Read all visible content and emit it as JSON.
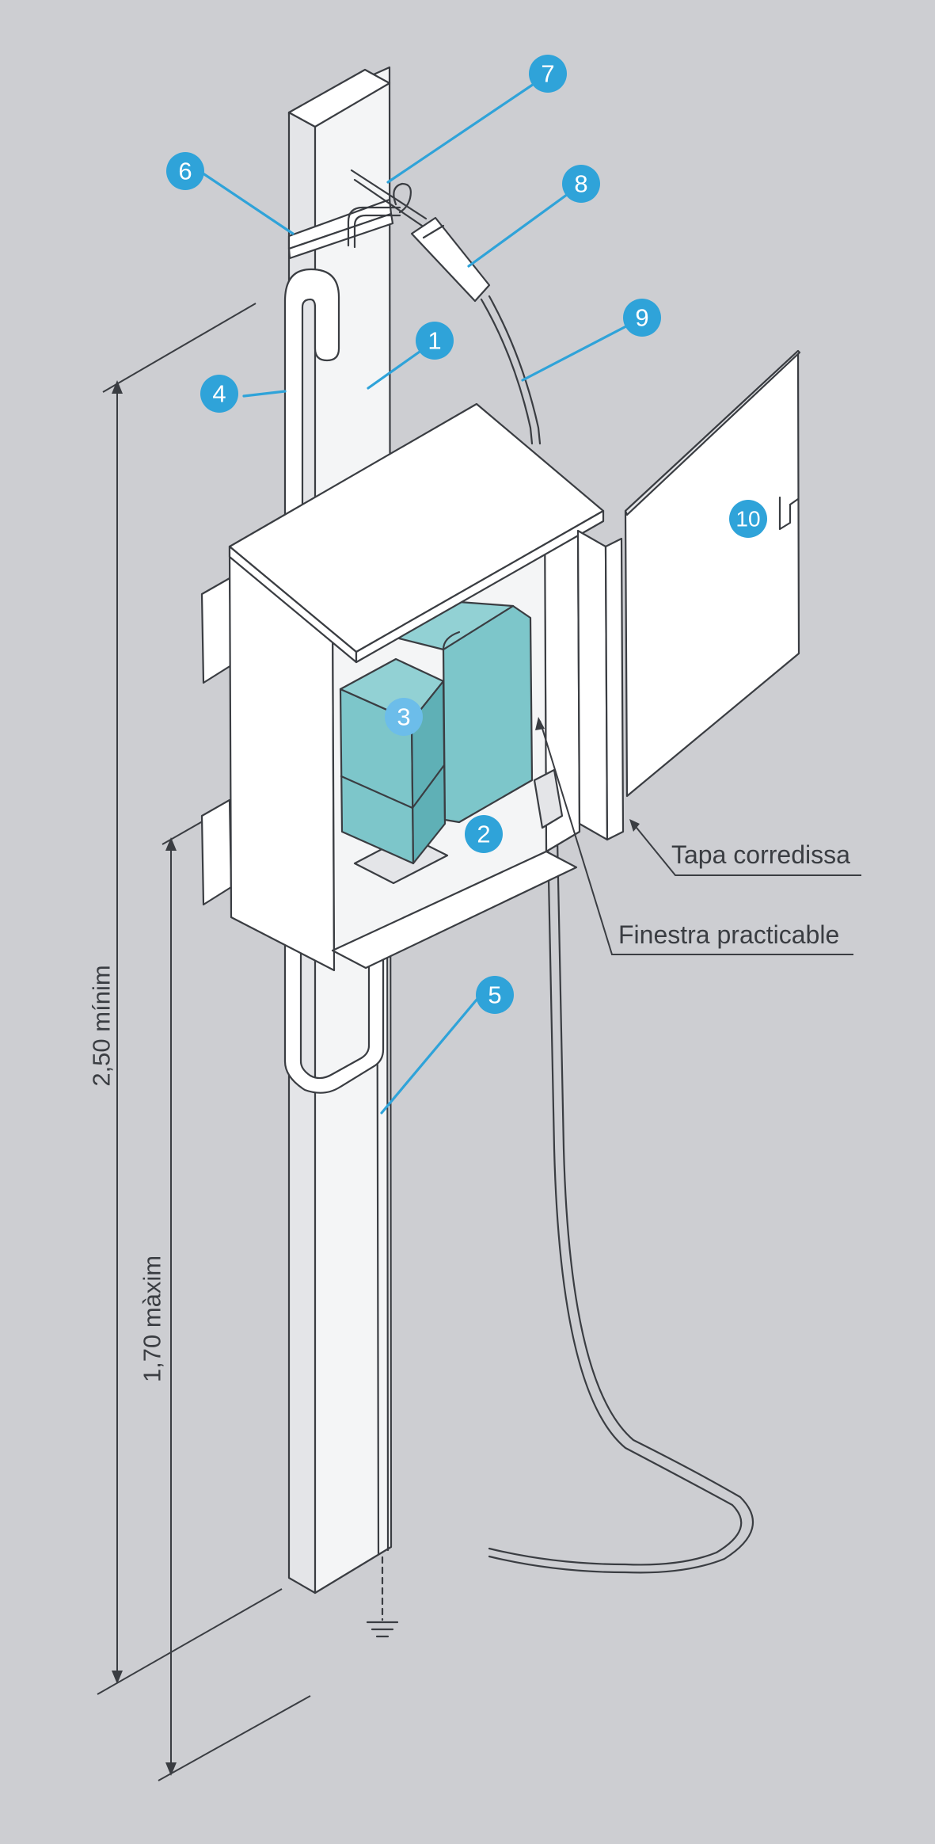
{
  "callouts": [
    {
      "label": "1"
    },
    {
      "label": "2"
    },
    {
      "label": "3"
    },
    {
      "label": "4"
    },
    {
      "label": "5"
    },
    {
      "label": "6"
    },
    {
      "label": "7"
    },
    {
      "label": "8"
    },
    {
      "label": "9"
    },
    {
      "label": "10"
    }
  ],
  "dimensions": {
    "total_height": "2,50 mínim",
    "box_height": "1,70 màxim"
  },
  "labels": {
    "sliding_cover": "Tapa corredissa",
    "opening_window": "Finestra practicable"
  },
  "colors": {
    "background": "#cdced2",
    "callout": "#2fa3d9",
    "fuse_blocks": "#7dc6ca",
    "line": "#3a3d42"
  }
}
